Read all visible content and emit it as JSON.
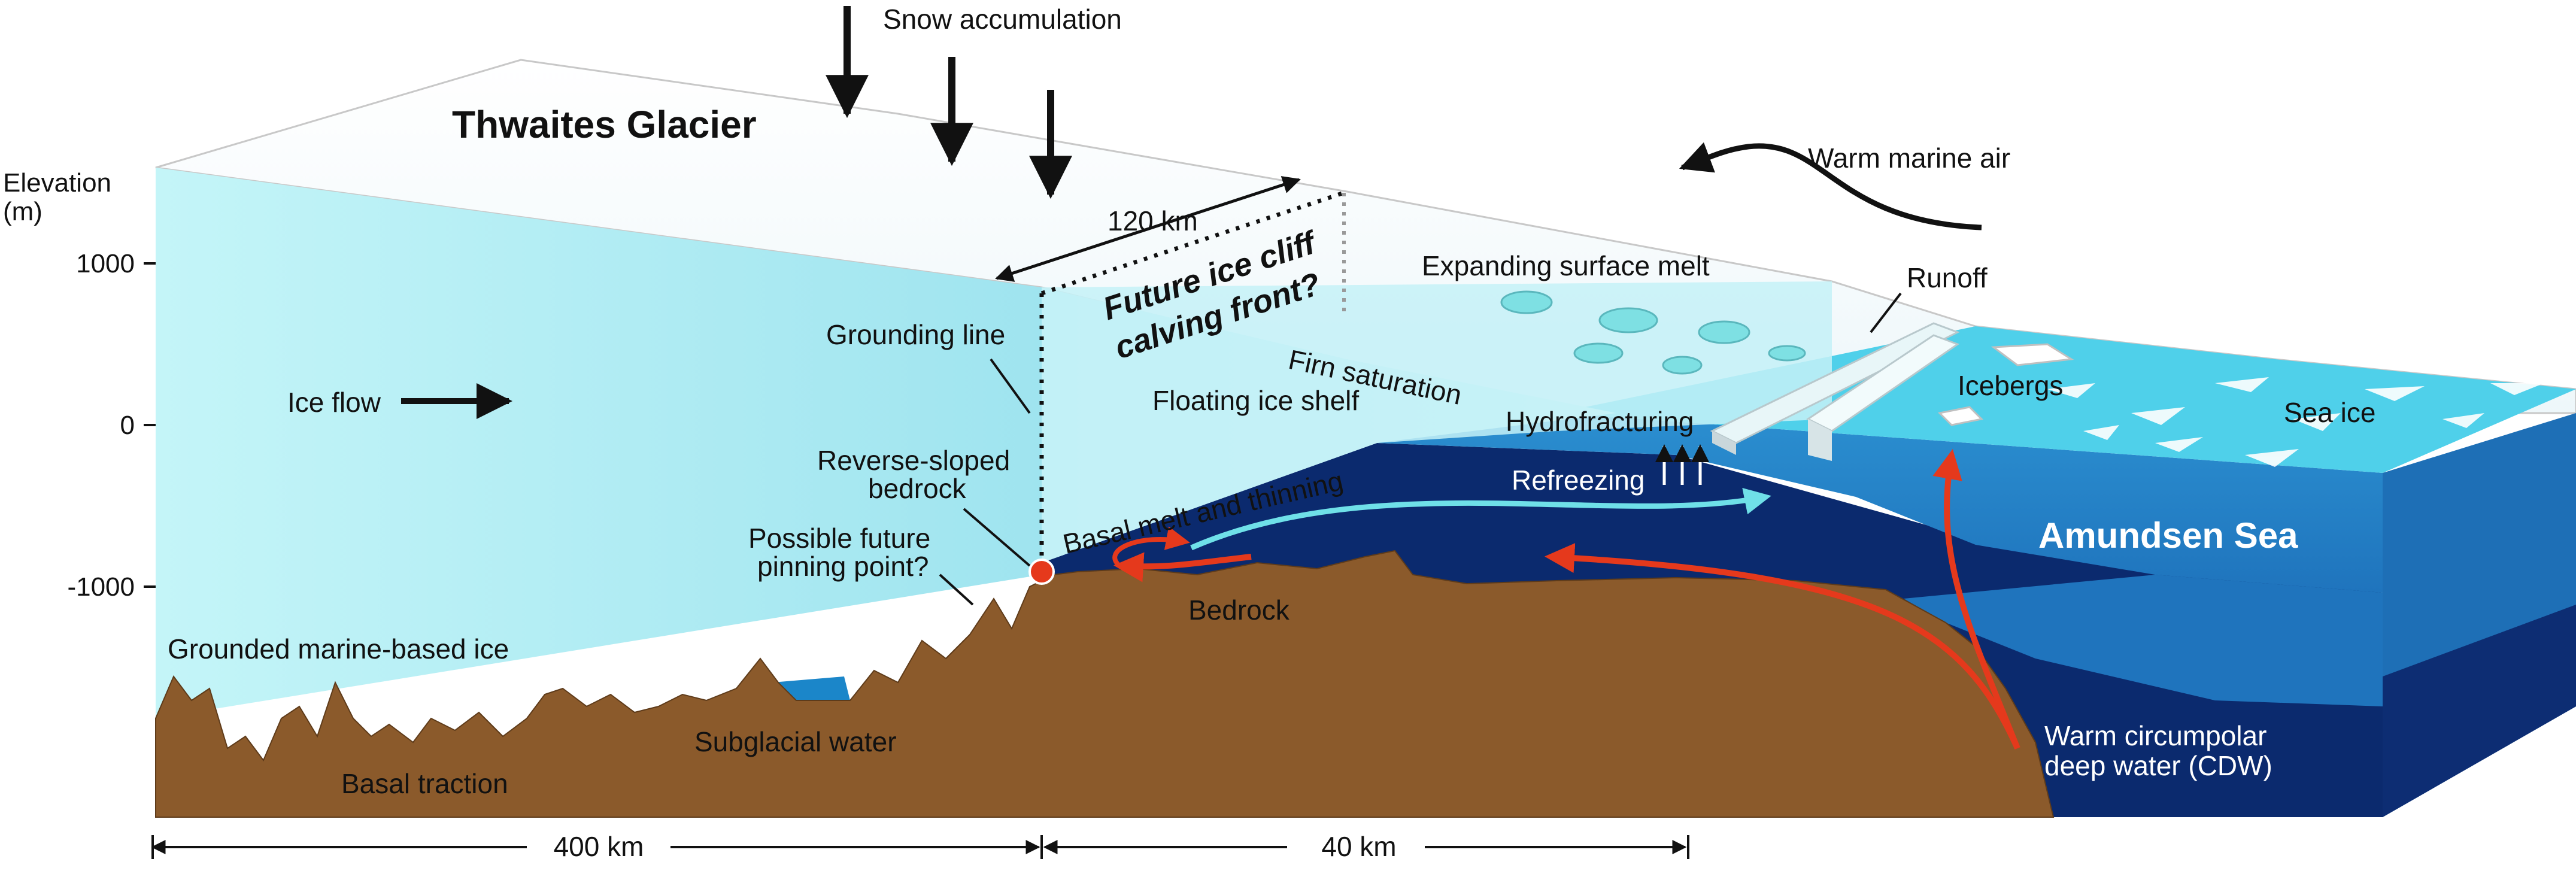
{
  "title": "Thwaites Glacier",
  "axis": {
    "label_line1": "Elevation",
    "label_line2": "(m)",
    "ticks": [
      "1000",
      "0",
      "-1000"
    ]
  },
  "labels": {
    "snow_accumulation": "Snow accumulation",
    "warm_marine_air": "Warm marine air",
    "ice_flow": "Ice flow",
    "grounding_line": "Grounding line",
    "reverse_sloped_line1": "Reverse-sloped",
    "reverse_sloped_line2": "bedrock",
    "pinning_line1": "Possible future",
    "pinning_line2": "pinning point?",
    "grounded_marine": "Grounded marine-based ice",
    "basal_traction": "Basal traction",
    "subglacial_water": "Subglacial water",
    "bedrock": "Bedrock",
    "basal_melt": "Basal melt and thinning",
    "floating_shelf": "Floating ice shelf",
    "firn_saturation": "Firn saturation",
    "expanding_melt": "Expanding surface melt",
    "runoff": "Runoff",
    "hydrofracturing": "Hydrofracturing",
    "refreezing": "Refreezing",
    "icebergs": "Icebergs",
    "sea_ice": "Sea ice",
    "amundsen_sea": "Amundsen Sea",
    "cdw_line1": "Warm circumpolar",
    "cdw_line2": "deep water (CDW)",
    "cliff_line1": "Future ice cliff",
    "cliff_line2": "calving front?",
    "distance_120": "120 km"
  },
  "scale": {
    "distance_400": "400 km",
    "distance_40": "40 km"
  },
  "colors": {
    "ice": "#bff3f7",
    "shelf": "#a8e6f0",
    "sea_light": "#2f8fcf",
    "sea_dark": "#0b2a6e",
    "bedrock": "#8b5a2b",
    "warm_arrow": "#e5391c",
    "refreeze_arrow": "#6fe0e8"
  }
}
